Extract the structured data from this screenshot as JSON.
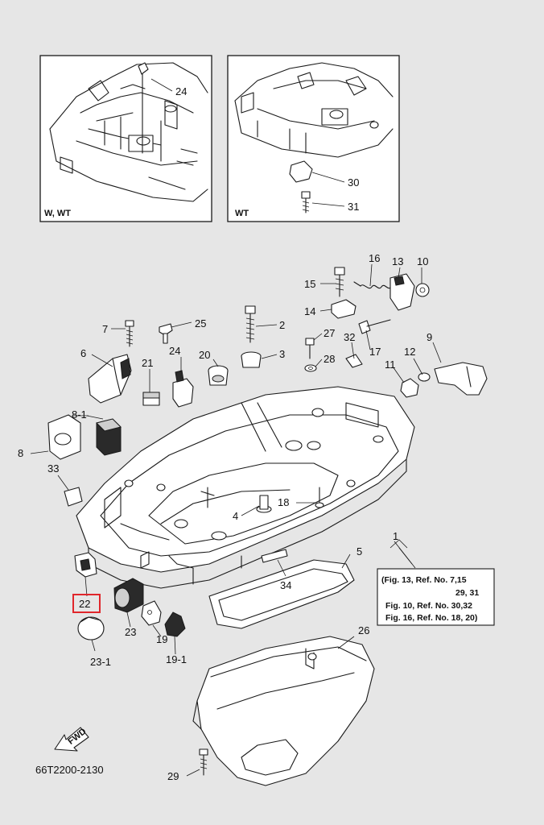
{
  "colors": {
    "background": "#e6e6e6",
    "highlight": "#e0262b",
    "line": "#1a1a1a"
  },
  "insets": {
    "left_label": "W, WT",
    "right_label": "WT",
    "left_parts": [
      "24"
    ],
    "right_parts": [
      "30",
      "31"
    ]
  },
  "parts": {
    "p1": "1",
    "p2": "2",
    "p3": "3",
    "p4": "4",
    "p5": "5",
    "p6": "6",
    "p7": "7",
    "p8": "8",
    "p8_1": "8-1",
    "p9": "9",
    "p10": "10",
    "p11": "11",
    "p12": "12",
    "p13": "13",
    "p14": "14",
    "p15": "15",
    "p16": "16",
    "p17": "17",
    "p18": "18",
    "p19": "19",
    "p19_1": "19-1",
    "p20": "20",
    "p21": "21",
    "p22": "22",
    "p23": "23",
    "p23_1": "23-1",
    "p24": "24",
    "p25": "25",
    "p26": "26",
    "p27": "27",
    "p28": "28",
    "p29": "29",
    "p32": "32",
    "p33": "33",
    "p34": "34"
  },
  "reference_note": [
    "(Fig. 13, Ref. No. 7,15",
    "29, 31",
    "Fig. 10, Ref. No. 30,32",
    "Fig. 16, Ref. No. 18, 20)"
  ],
  "highlighted_part": "22",
  "fwd_label": "FWD",
  "drawing_code": "66T2200-2130"
}
